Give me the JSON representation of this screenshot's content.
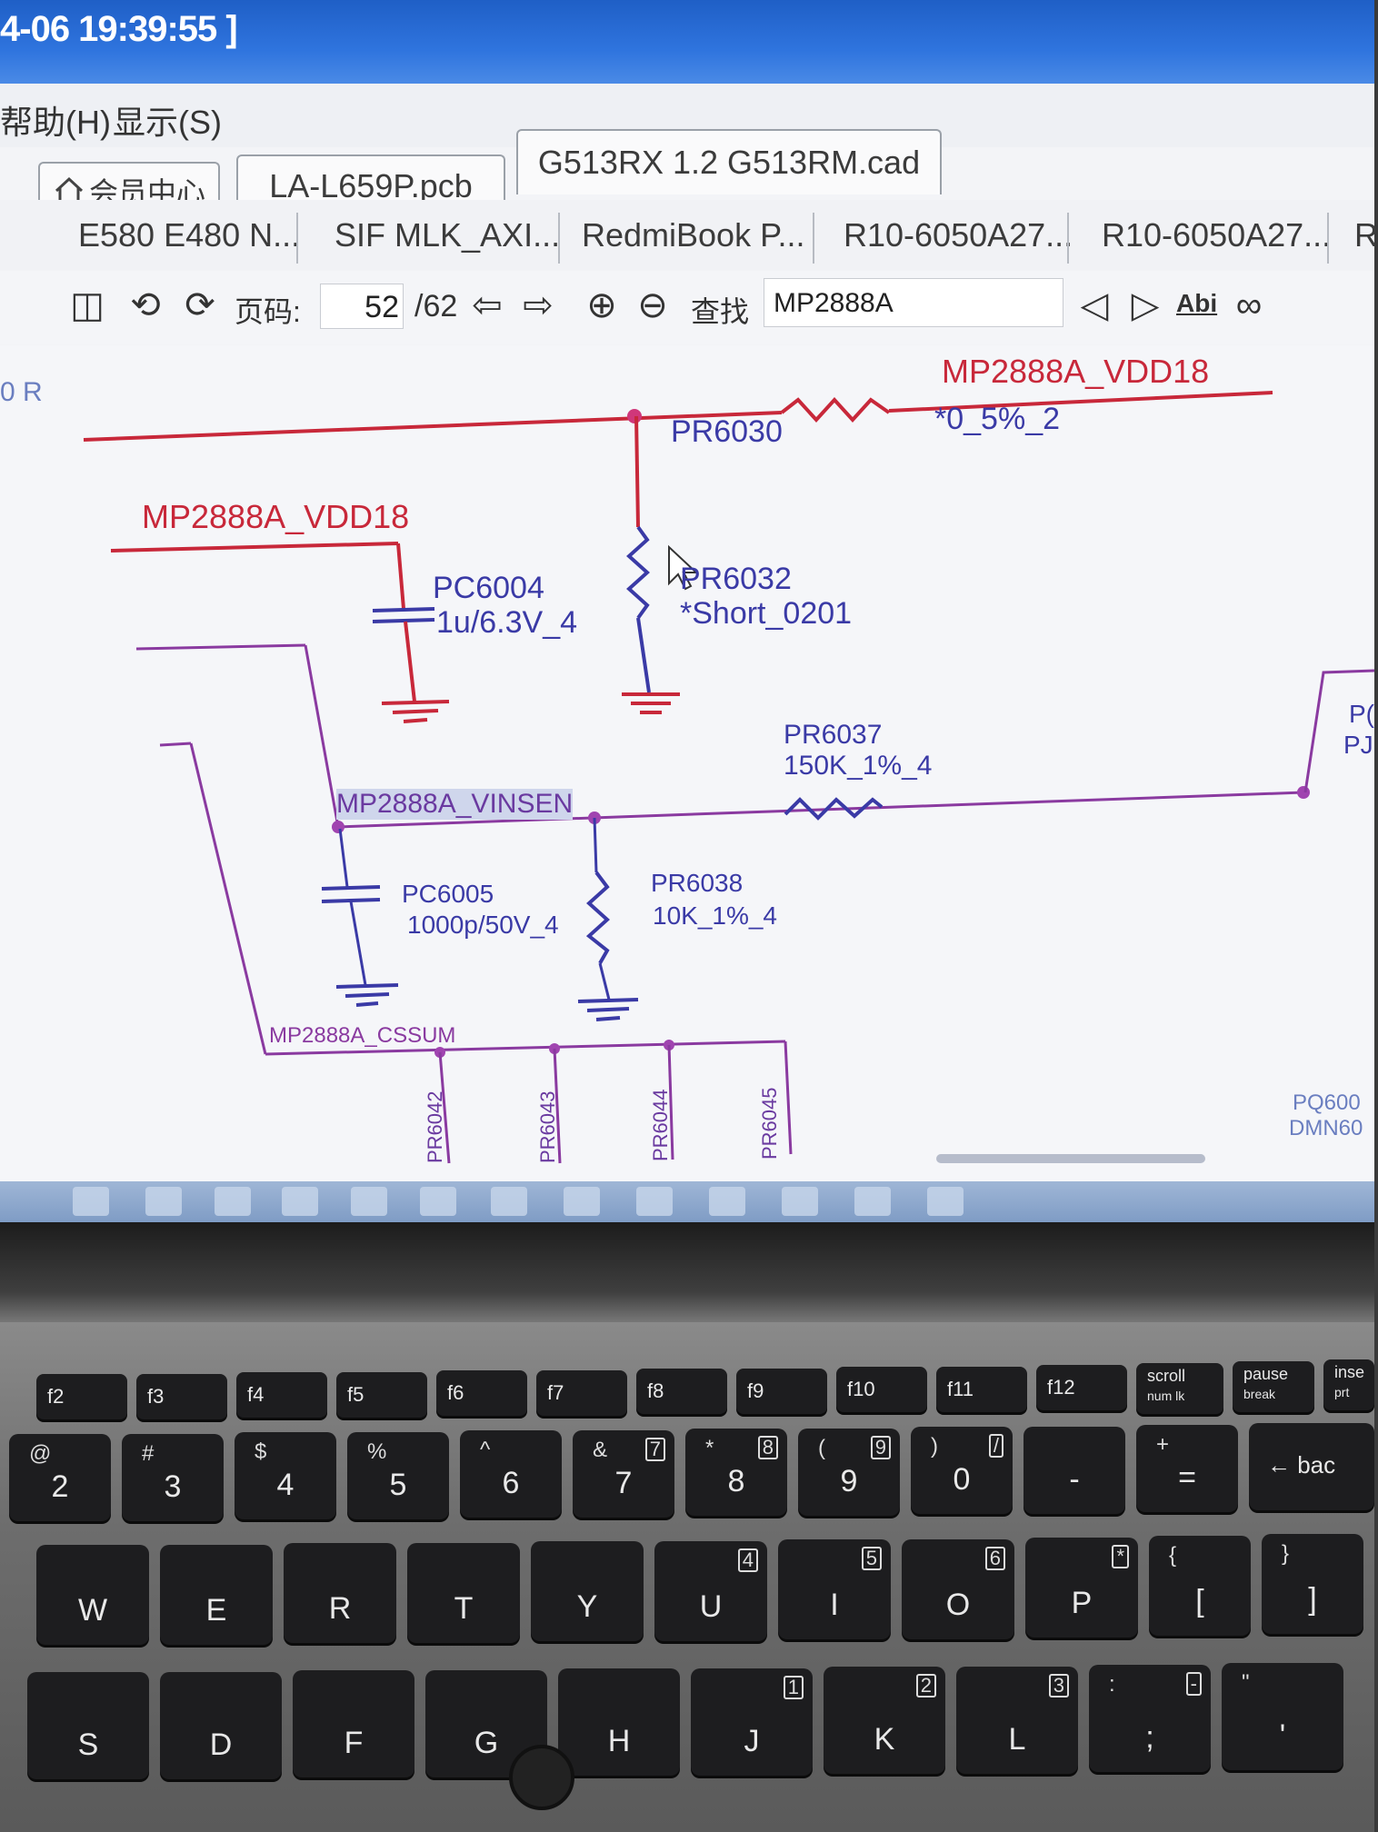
{
  "window": {
    "title_fragment": "4-06 19:39:55 ]"
  },
  "menu": {
    "help": "帮助(H)",
    "view": "显示(S)"
  },
  "tabs_row1": {
    "home": "会员中心",
    "file1": "LA-L659P.pcb",
    "file2": "G513RX 1.2 G513RM.cad"
  },
  "tabs_row2": [
    "E580 E480 N...",
    "SIF MLK_AXI...",
    "RedmiBook P...",
    "R10-6050A27...",
    "R10-6050A27...",
    "R"
  ],
  "toolbar": {
    "page_label": "页码:",
    "page_current": "52",
    "page_total": "/62",
    "find_label": "查找",
    "search_value": "MP2888A",
    "abc_label": "Abi"
  },
  "schematic": {
    "left_edge": "0 R",
    "nets": {
      "vdd18_top": "MP2888A_VDD18",
      "vdd18_left": "MP2888A_VDD18",
      "vinsen": "MP2888A_VINSEN",
      "cssum": "MP2888A_CSSUM"
    },
    "parts": {
      "pr6030_ref": "PR6030",
      "pr6030_val": "*0_5%_2",
      "pc6004_ref": "PC6004",
      "pc6004_val": "1u/6.3V_4",
      "pr6032_ref": "PR6032",
      "pr6032_val": "*Short_0201",
      "pr6037_ref": "PR6037",
      "pr6037_val": "150K_1%_4",
      "pc6005_ref": "PC6005",
      "pc6005_val": "1000p/50V_4",
      "pr6038_ref": "PR6038",
      "pr6038_val": "10K_1%_4",
      "pr6042": "PR6042",
      "pr6043": "PR6043",
      "pr6044": "PR6044",
      "pr6045": "PR6045",
      "pq_ref": "PQ600",
      "pq_val": "DMN60",
      "right_box_1": "P(",
      "right_box_2": "PJ"
    }
  },
  "keyboard": {
    "fn_row": [
      "f2",
      "f3",
      "f4",
      "f5",
      "f6",
      "f7",
      "f8",
      "f9",
      "f10",
      "f11",
      "f12",
      "scroll",
      "pause",
      "inse"
    ],
    "fn_sub": {
      "scroll": "num lk",
      "pause": "break",
      "inse": "prt"
    },
    "num_row": [
      {
        "top": "@",
        "main": "2"
      },
      {
        "top": "#",
        "main": "3"
      },
      {
        "top": "$",
        "main": "4"
      },
      {
        "top": "%",
        "main": "5"
      },
      {
        "top": "^",
        "main": "6"
      },
      {
        "top": "&",
        "main": "7",
        "sub": "7"
      },
      {
        "top": "*",
        "main": "8",
        "sub": "8"
      },
      {
        "top": "(",
        "main": "9",
        "sub": "9"
      },
      {
        "top": ")",
        "main": "0",
        "sub": "/"
      },
      {
        "top": "",
        "main": "-"
      },
      {
        "top": "+",
        "main": "="
      },
      {
        "top": "",
        "main": "← bac"
      }
    ],
    "q_row": [
      {
        "main": "W"
      },
      {
        "main": "E"
      },
      {
        "main": "R"
      },
      {
        "main": "T"
      },
      {
        "main": "Y"
      },
      {
        "main": "U",
        "sub": "4"
      },
      {
        "main": "I",
        "sub": "5"
      },
      {
        "main": "O",
        "sub": "6"
      },
      {
        "main": "P",
        "sub": "*"
      },
      {
        "top": "{",
        "main": "["
      },
      {
        "top": "}",
        "main": "]"
      }
    ],
    "a_row": [
      {
        "main": "S"
      },
      {
        "main": "D"
      },
      {
        "main": "F"
      },
      {
        "main": "G"
      },
      {
        "main": "H"
      },
      {
        "main": "J",
        "sub": "1"
      },
      {
        "main": "K",
        "sub": "2"
      },
      {
        "main": "L",
        "sub": "3"
      },
      {
        "top": ":",
        "main": ";",
        "sub": "-"
      },
      {
        "top": "\"",
        "main": "'"
      }
    ]
  }
}
